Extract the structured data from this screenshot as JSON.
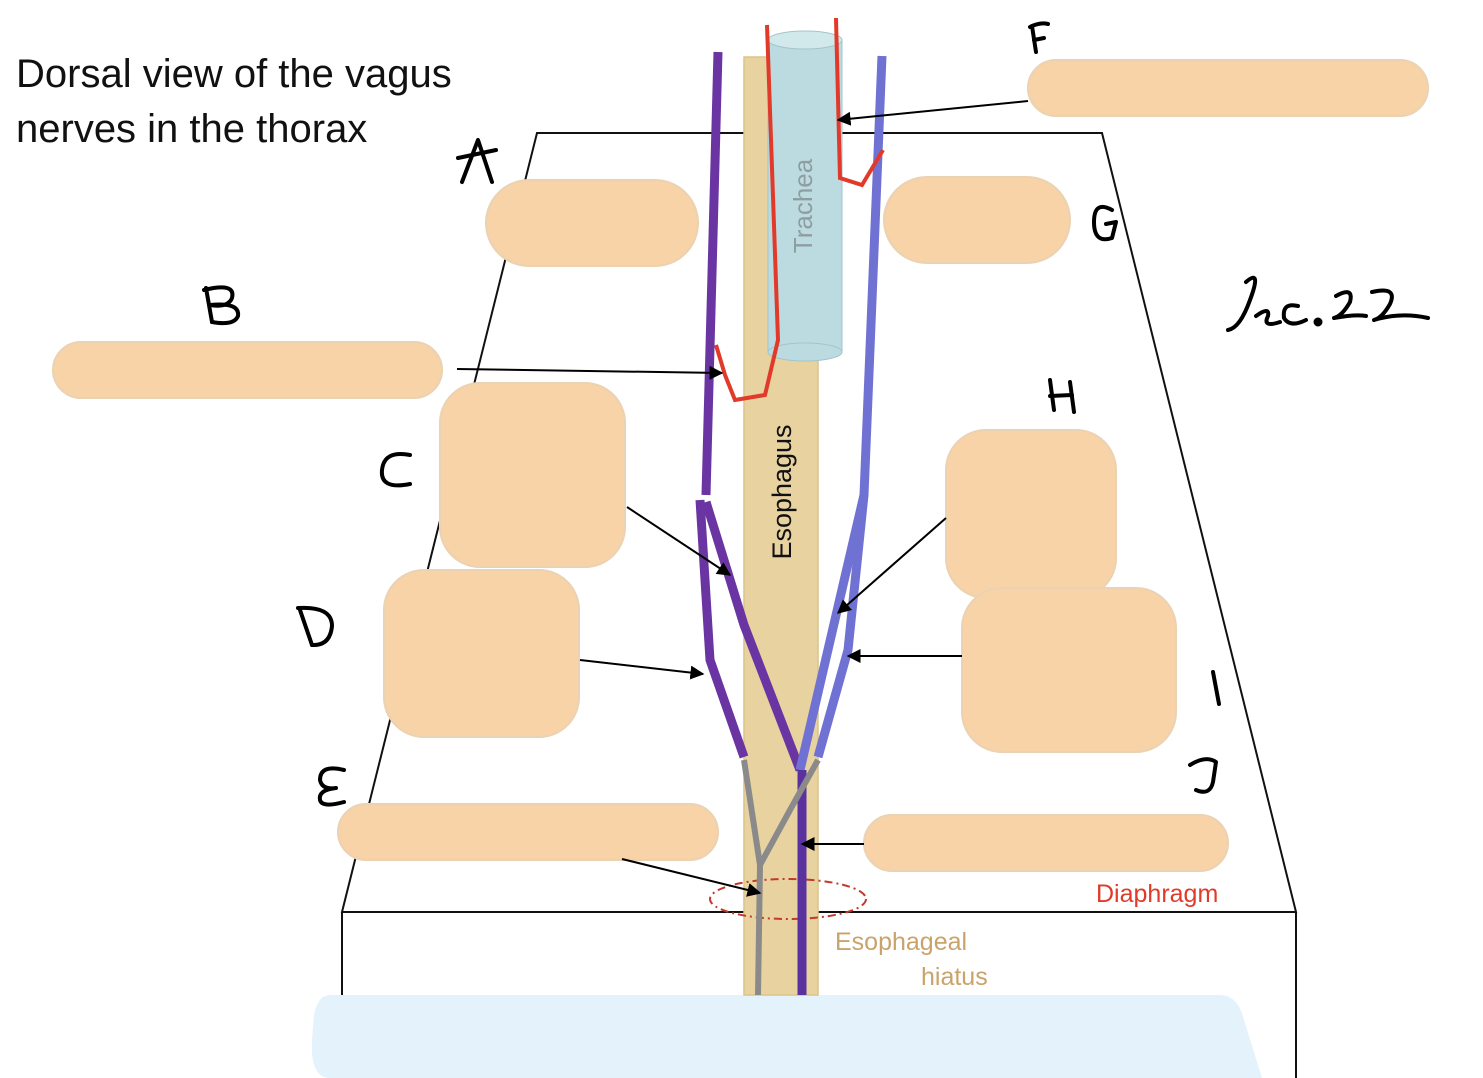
{
  "title_line1": "Dorsal view of the vagus",
  "title_line2": "nerves in the thorax",
  "trachea_label": "Trachea",
  "esophagus_label": "Esophagus",
  "diaphragm_label": "Diaphragm",
  "hiatus_label_line1": "Esophageal",
  "hiatus_label_line2": "hiatus",
  "handwritten_note": "lec.22",
  "letters": [
    "A",
    "B",
    "C",
    "D",
    "E",
    "F",
    "G",
    "H",
    "I",
    "J"
  ],
  "colors": {
    "left_vagus": "#6a35a2",
    "right_vagus": "#6f72d2",
    "recurrent_laryngeal": "#e23a2a",
    "dorsal_trunk_branch": "#8a8a8a",
    "esophagus": "#e8d3a0",
    "trachea": "#bcdbe0",
    "label_box": "#f7d3a7",
    "diaphragm_text": "#e03a2a",
    "hiatus_text": "#c9a36a",
    "abdomen": "#e4f2fc"
  }
}
